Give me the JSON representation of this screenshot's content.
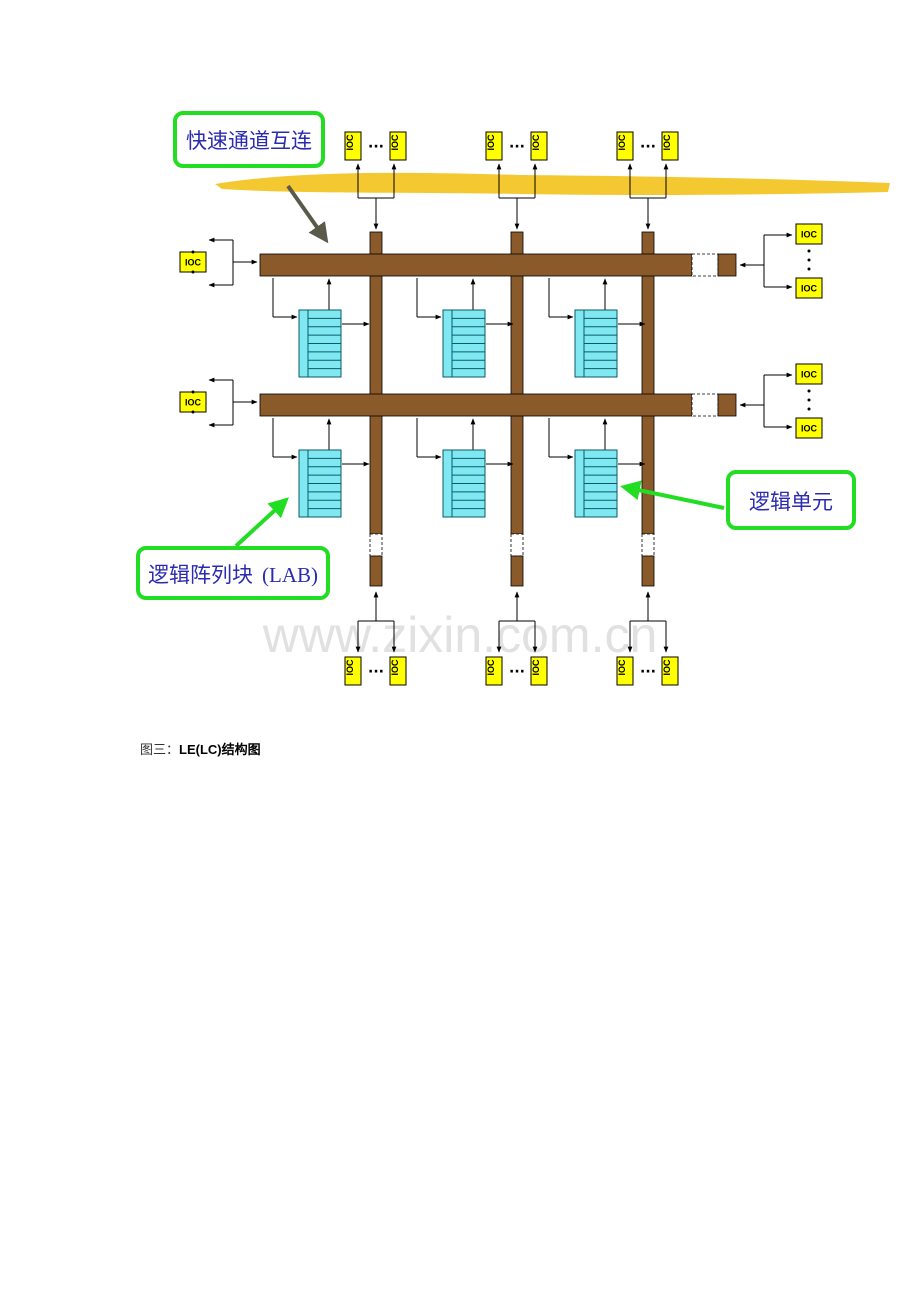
{
  "diagram": {
    "ioc_label": "IOC",
    "ellipsis": "···",
    "callouts": {
      "fast_track": "快速通道互连",
      "logic_element": "逻辑单元",
      "lab": "逻辑阵列块",
      "lab_abbr": "(LAB)"
    },
    "watermark": "www.zixin.com.cn",
    "colors": {
      "track": "#8b5a2b",
      "logic_cell": "#7fe8f0",
      "ioc": "#ffff00",
      "callout_border": "#22dd22",
      "callout_text": "#2b2bb0",
      "highlight": "#f3c21a"
    }
  },
  "caption": {
    "prefix": "图三：",
    "text": "LE(LC)结构图"
  }
}
